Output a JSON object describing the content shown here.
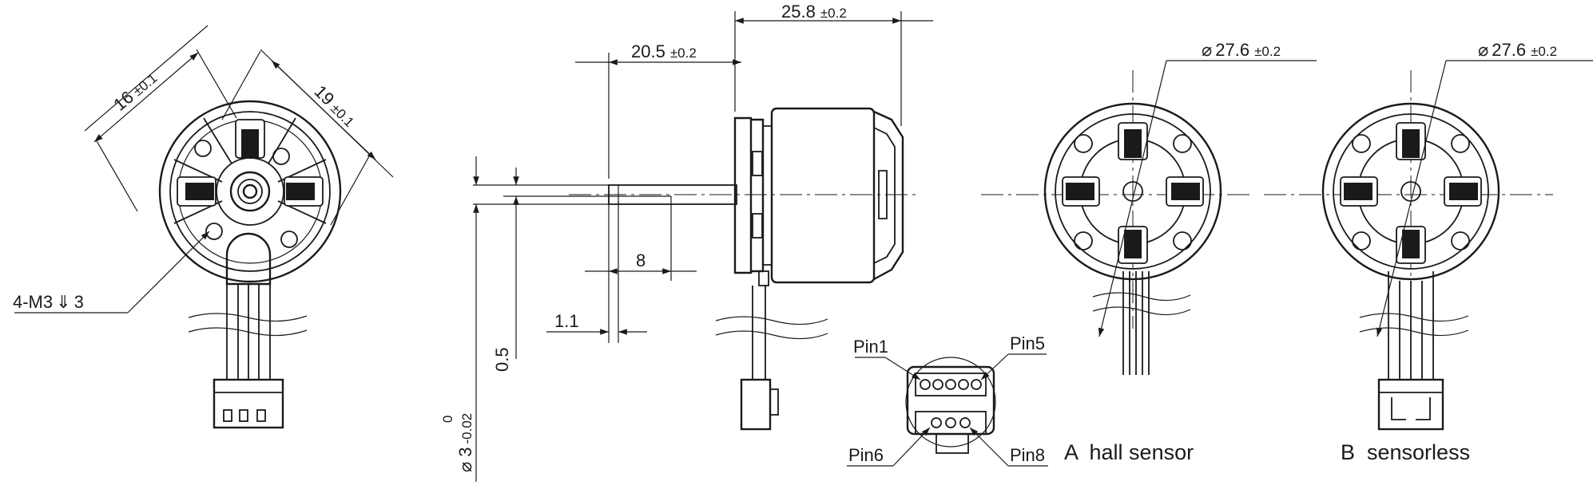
{
  "front_view": {
    "dim_16": {
      "value": "16",
      "tol": "±0.1"
    },
    "dim_19": {
      "value": "19",
      "tol": "±0.1"
    },
    "thread_callout": "4-M3",
    "thread_depth": "3"
  },
  "side_view": {
    "dim_overall": {
      "value": "25.8",
      "tol": "±0.2"
    },
    "dim_body": {
      "value": "20.5",
      "tol": "±0.2"
    },
    "dim_flat": "8",
    "dim_shaft_step": "1.1",
    "dim_flat_depth": "0.5",
    "shaft_dia": {
      "symbol": "⌀",
      "value": "3",
      "upper": "0",
      "lower": "-0.02"
    }
  },
  "connector_detail": {
    "pin1": "Pin1",
    "pin5": "Pin5",
    "pin6": "Pin6",
    "pin8": "Pin8"
  },
  "rear_view_a": {
    "dia": {
      "symbol": "⌀",
      "value": "27.6",
      "tol": "±0.2"
    },
    "caption": "A  hall sensor"
  },
  "rear_view_b": {
    "dia": {
      "symbol": "⌀",
      "value": "27.6",
      "tol": "±0.2"
    },
    "caption": "B  sensorless"
  }
}
